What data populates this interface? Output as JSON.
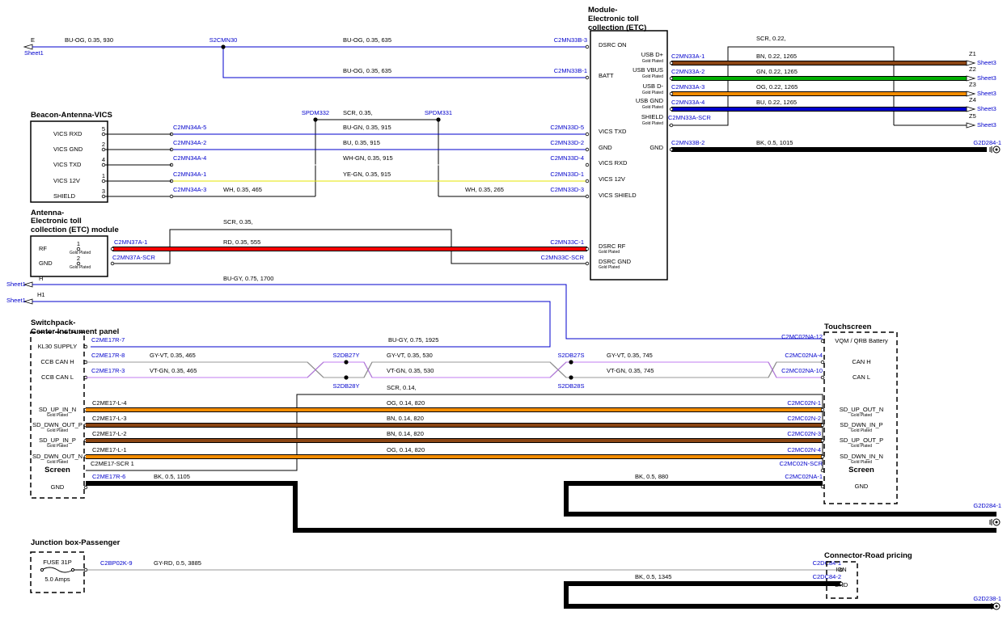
{
  "colors": {
    "BU": "#0000cc",
    "OG": "#f28c00",
    "RD": "#ff0000",
    "GN": "#00b000",
    "BN": "#8b4513",
    "BK": "#000000",
    "WH": "#ffffff",
    "YE": "#e6e600",
    "GY": "#999999",
    "VT": "#c07cf0",
    "connector_text": "#0000cc"
  },
  "components": {
    "etc_module": {
      "title_line1": "Module-",
      "title_line2": "Electronic toll",
      "title_line3": "collection (ETC)"
    },
    "beacon_vics": {
      "title": "Beacon-Antenna-VICS"
    },
    "antenna_etc": {
      "title_line1": "Antenna-",
      "title_line2": "Electronic toll",
      "title_line3": "collection (ETC) module"
    },
    "switchpack": {
      "title_line1": "Switchpack-",
      "title_line2": "Center Instrument panel"
    },
    "touchscreen": {
      "title": "Touchscreen"
    },
    "junction_box": {
      "title": "Junction box-Passenger"
    },
    "road_pricing": {
      "title": "Connector-Road pricing"
    }
  },
  "pins": {
    "etc_left": [
      "DSRC ON",
      "BATT",
      "VICS TXD",
      "GND",
      "VICS RXD",
      "VICS 12V",
      "VICS SHIELD",
      "DSRC RF",
      "DSRC GND"
    ],
    "etc_right": [
      "USB D+",
      "USB VBUS",
      "USB D-",
      "USB GND",
      "SHIELD",
      "GND"
    ],
    "beacon": [
      "VICS RXD",
      "VICS GND",
      "VICS TXD",
      "VICS 12V",
      "SHIELD"
    ],
    "beacon_nums": [
      "5",
      "2",
      "4",
      "1",
      "3"
    ],
    "antenna": [
      "RF",
      "GND"
    ],
    "antenna_nums": [
      "1",
      "2"
    ],
    "switchpack": [
      "KL30 SUPPLY",
      "CCB CAN H",
      "CCB CAN L",
      "SD_UP_IN_N",
      "SD_DWN_OUT_P",
      "SD_UP_IN_P",
      "SD_DWN_OUT_N",
      "Screen",
      "GND"
    ],
    "touchscreen": [
      "VQM / QRB Battery",
      "CAN H",
      "CAN L",
      "SD_UP_OUT_N",
      "SD_DWN_IN_P",
      "SD_UP_OUT_P",
      "SD_DWN_IN_N",
      "Screen",
      "GND"
    ],
    "junction": [
      "FUSE 31P",
      "5.0 Amps"
    ],
    "road": [
      "IGN",
      "GND"
    ],
    "gold_plated": "Gold Plated"
  },
  "connectors": {
    "s2cmn30": "S2CMN30",
    "c2mn33b3": "C2MN33B-3",
    "c2mn33b1": "C2MN33B-1",
    "c2mn33a1": "C2MN33A-1",
    "c2mn33a2": "C2MN33A-2",
    "c2mn33a3": "C2MN33A-3",
    "c2mn33a4": "C2MN33A-4",
    "c2mn33ascr": "C2MN33A-SCR",
    "c2mn33b2": "C2MN33B-2",
    "g2d284": "G2D284-1",
    "g2d284b": "G2D284-1",
    "g2d238": "G2D238-1",
    "spdm332": "SPDM332",
    "spdm331": "SPDM331",
    "c2mn34a5": "C2MN34A-5",
    "c2mn34a2": "C2MN34A-2",
    "c2mn34a4": "C2MN34A-4",
    "c2mn34a1": "C2MN34A-1",
    "c2mn34a3": "C2MN34A-3",
    "c2mn33d5": "C2MN33D-5",
    "c2mn33d2": "C2MN33D-2",
    "c2mn33d4": "C2MN33D-4",
    "c2mn33d1": "C2MN33D-1",
    "c2mn33d3": "C2MN33D-3",
    "c2mn37a1": "C2MN37A-1",
    "c2mn37ascr": "C2MN37A-SCR",
    "c2mn33c1": "C2MN33C-1",
    "c2mn33cscr": "C2MN33C-SCR",
    "c2me17r7": "C2ME17R-7",
    "c2me17r8": "C2ME17R-8",
    "c2me17r3": "C2ME17R-3",
    "c2me17r6": "C2ME17R-6",
    "s2db27y": "S2DB27Y",
    "s2db28y": "S2DB28Y",
    "s2db27s": "S2DB27S",
    "s2db28s": "S2DB28S",
    "c2mc02na12": "C2MC02NA-12",
    "c2mc02na4": "C2MC02NA-4",
    "c2mc02na10": "C2MC02NA-10",
    "c2mc02na1": "C2MC02NA-1",
    "c2me17l4": "C2ME17-L-4",
    "c2me17l3": "C2ME17-L-3",
    "c2me17l2": "C2ME17-L-2",
    "c2me17l1": "C2ME17-L-1",
    "c2me17scr": "C2ME17-SCR 1",
    "c2mc02n1": "C2MC02N-1",
    "c2mc02n2": "C2MC02N-2",
    "c2mc02n3": "C2MC02N-3",
    "c2mc02n4": "C2MC02N-4",
    "c2mc02nscr": "C2MC02N-SCR",
    "c2bp02k9": "C2BP02K-9",
    "c2dc841": "C2DC84-1",
    "c2dc842": "C2DC84-2"
  },
  "sheets": {
    "e": "E",
    "sheet1_e": "Sheet1",
    "h": "H",
    "sheet1_h": "Sheet1",
    "h1": "H1",
    "sheet1_h1": "Sheet1",
    "z1": "Z1",
    "z2": "Z2",
    "z3": "Z3",
    "z4": "Z4",
    "z5": "Z5",
    "sheet3_1": "Sheet3",
    "sheet3_2": "Sheet3",
    "sheet3_3": "Sheet3",
    "sheet3_4": "Sheet3",
    "sheet3_5": "Sheet3"
  },
  "wires": {
    "w_e": "BU-OG, 0.35, 930",
    "w_dsrc": "BU-OG, 0.35, 635",
    "w_batt": "BU-OG, 0.35, 635",
    "scr_usb": "SCR, 0.22,",
    "usb1": "BN, 0.22, 1265",
    "usb2": "GN, 0.22, 1265",
    "usb3": "OG, 0.22, 1265",
    "usb4": "BU, 0.22, 1265",
    "gnd_etc": "BK, 0.5, 1015",
    "scr_vics": "SCR, 0.35,",
    "v1": "BU-GN, 0.35, 915",
    "v2": "BU, 0.35, 915",
    "v3": "WH-GN, 0.35, 915",
    "v4": "YE-GN, 0.35, 915",
    "v5a": "WH, 0.35, 465",
    "v5b": "WH, 0.35, 265",
    "scr_rf": "SCR, 0.35,",
    "rf": "RD, 0.35, 555",
    "h": "BU-GY, 0.75, 1700",
    "kl30": "BU-GY, 0.75, 1925",
    "canh1": "GY-VT, 0.35, 465",
    "canh2": "GY-VT, 0.35, 530",
    "canh3": "GY-VT, 0.35, 745",
    "canl1": "VT-GN, 0.35, 465",
    "canl2": "VT-GN, 0.35, 530",
    "canl3": "VT-GN, 0.35, 745",
    "scr_sd": "SCR, 0.14,",
    "sd1": "OG, 0.14, 820",
    "sd2": "BN, 0.14, 820",
    "sd3": "BN, 0.14, 820",
    "sd4": "OG, 0.14, 820",
    "gnd_sp": "BK, 0.5, 1105",
    "gnd_ts": "BK, 0.5, 880",
    "fuse": "GY-RD, 0.5, 3885",
    "gnd_road": "BK, 0.5, 1345"
  }
}
